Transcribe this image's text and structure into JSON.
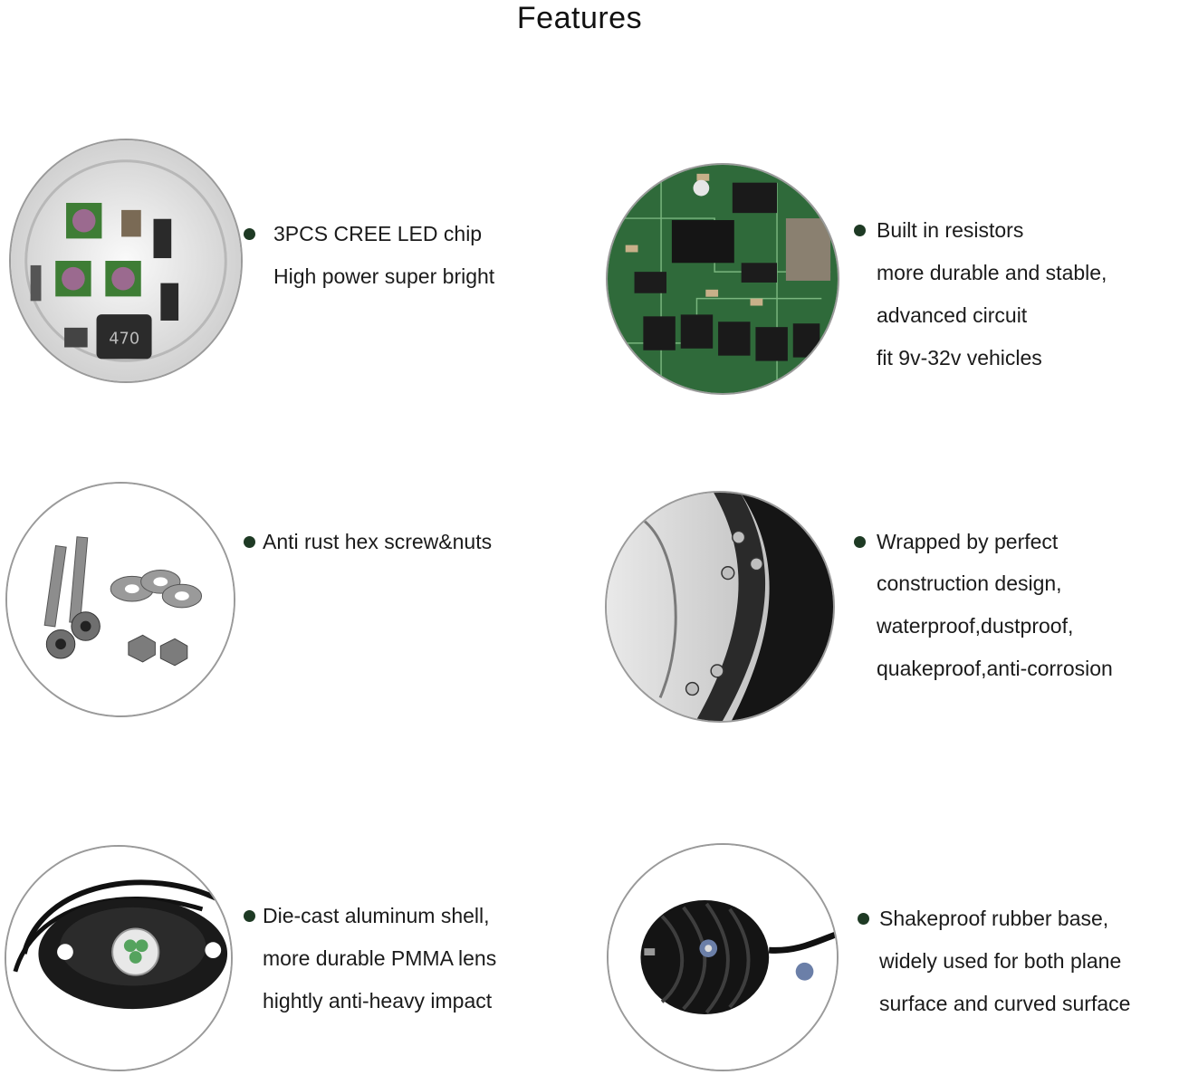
{
  "title": "Features",
  "features": [
    {
      "icon": "led-chip-board-icon",
      "lines": [
        "3PCS CREE LED chip",
        "High power super bright"
      ]
    },
    {
      "icon": "circuit-board-icon",
      "lines": [
        "Built in resistors",
        "more durable and stable,",
        "advanced circuit",
        "fit 9v-32v vehicles"
      ]
    },
    {
      "icon": "hex-screws-nuts-icon",
      "lines": [
        "Anti rust hex screw&nuts"
      ]
    },
    {
      "icon": "aluminum-housing-closeup-icon",
      "lines": [
        "Wrapped by perfect",
        "construction design,",
        "waterproof,dustproof,",
        "quakeproof,anti-corrosion"
      ]
    },
    {
      "icon": "rock-light-pod-icon",
      "lines": [
        "Die-cast aluminum shell,",
        "more durable PMMA lens",
        "hightly anti-heavy impact"
      ]
    },
    {
      "icon": "rubber-base-icon",
      "lines": [
        "Shakeproof rubber base,",
        "widely used for both plane",
        "surface and curved surface"
      ]
    }
  ]
}
